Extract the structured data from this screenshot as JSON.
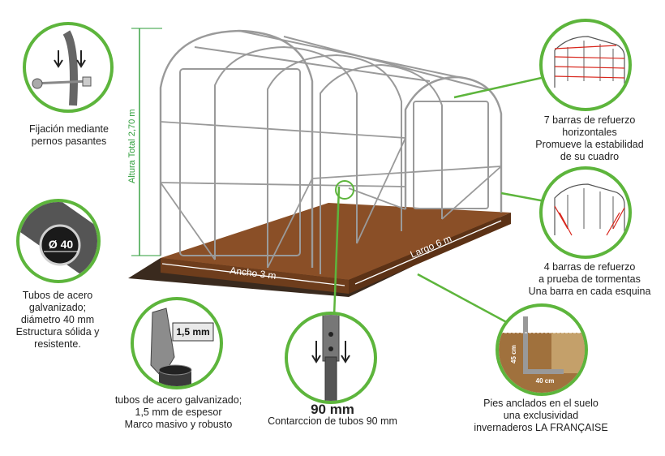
{
  "colors": {
    "accent": "#5db53c",
    "soil": "#8a4f27",
    "frame": "#9a9a9a",
    "dim_green": "#2e9d3a"
  },
  "dimensions": {
    "height": "Altura Total 2,70 m",
    "width": "Ancho 3 m",
    "length": "Largo 6 m"
  },
  "callouts": {
    "bolts": {
      "lines": [
        "Fijación mediante",
        "pernos pasantes"
      ],
      "icon": "bolt-joint-icon"
    },
    "tubes40": {
      "badge": "Ø 40",
      "lines": [
        "Tubos de acero",
        "galvanizado;",
        "diámetro 40 mm",
        "Estructura sólida y",
        "resistente."
      ],
      "icon": "tube-section-icon"
    },
    "thickness": {
      "badge": "1,5 mm",
      "lines": [
        "tubos de acero galvanizado;",
        "1,5 mm de espesor",
        "Marco masivo y robusto"
      ],
      "icon": "caliper-icon"
    },
    "contraction": {
      "value": "90 mm",
      "line": "Contarccion de tubos 90 mm",
      "icon": "tube-joint-icon"
    },
    "anchors": {
      "dim_v": "45 cm",
      "dim_h": "40 cm",
      "lines": [
        "Pies anclados en el suelo",
        "una exclusividad",
        "invernaderos LA FRANÇAISE"
      ],
      "icon": "ground-anchor-icon"
    },
    "horizontal_bars": {
      "lines": [
        "7 barras de refuerzo",
        "horizontales",
        "Promueve la estabilidad",
        "de su cuadro"
      ],
      "icon": "frame-red-bars-icon"
    },
    "storm_bars": {
      "lines": [
        "4 barras de refuerzo",
        "a prueba de tormentas",
        "Una barra en cada esquina"
      ],
      "icon": "frame-corner-bars-icon"
    }
  }
}
